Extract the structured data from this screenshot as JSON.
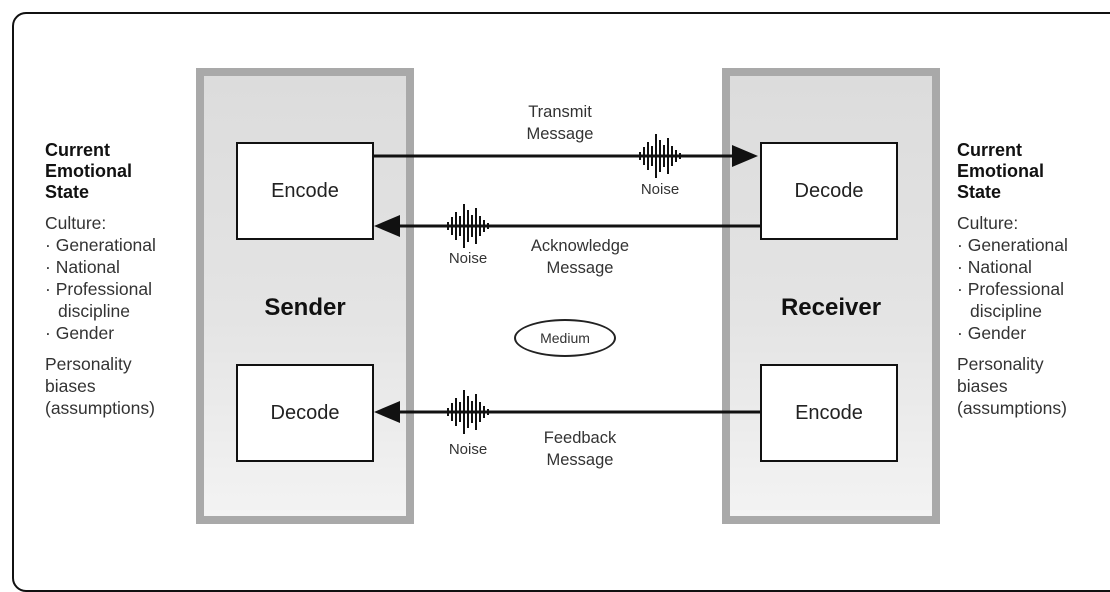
{
  "sender": {
    "label": "Sender",
    "top_box": "Encode",
    "bottom_box": "Decode"
  },
  "receiver": {
    "label": "Receiver",
    "top_box": "Decode",
    "bottom_box": "Encode"
  },
  "messages": {
    "transmit": [
      "Transmit",
      "Message"
    ],
    "acknowledge": [
      "Acknowledge",
      "Message"
    ],
    "feedback": [
      "Feedback",
      "Message"
    ]
  },
  "noise_label": "Noise",
  "medium_label": "Medium",
  "side_info": {
    "heading": [
      "Current",
      "Emotional",
      "State"
    ],
    "culture_label": "Culture:",
    "culture_items": [
      "Generational",
      "National",
      "Professional",
      "discipline",
      "Gender"
    ],
    "personality": [
      "Personality",
      "biases",
      "(assumptions)"
    ]
  }
}
